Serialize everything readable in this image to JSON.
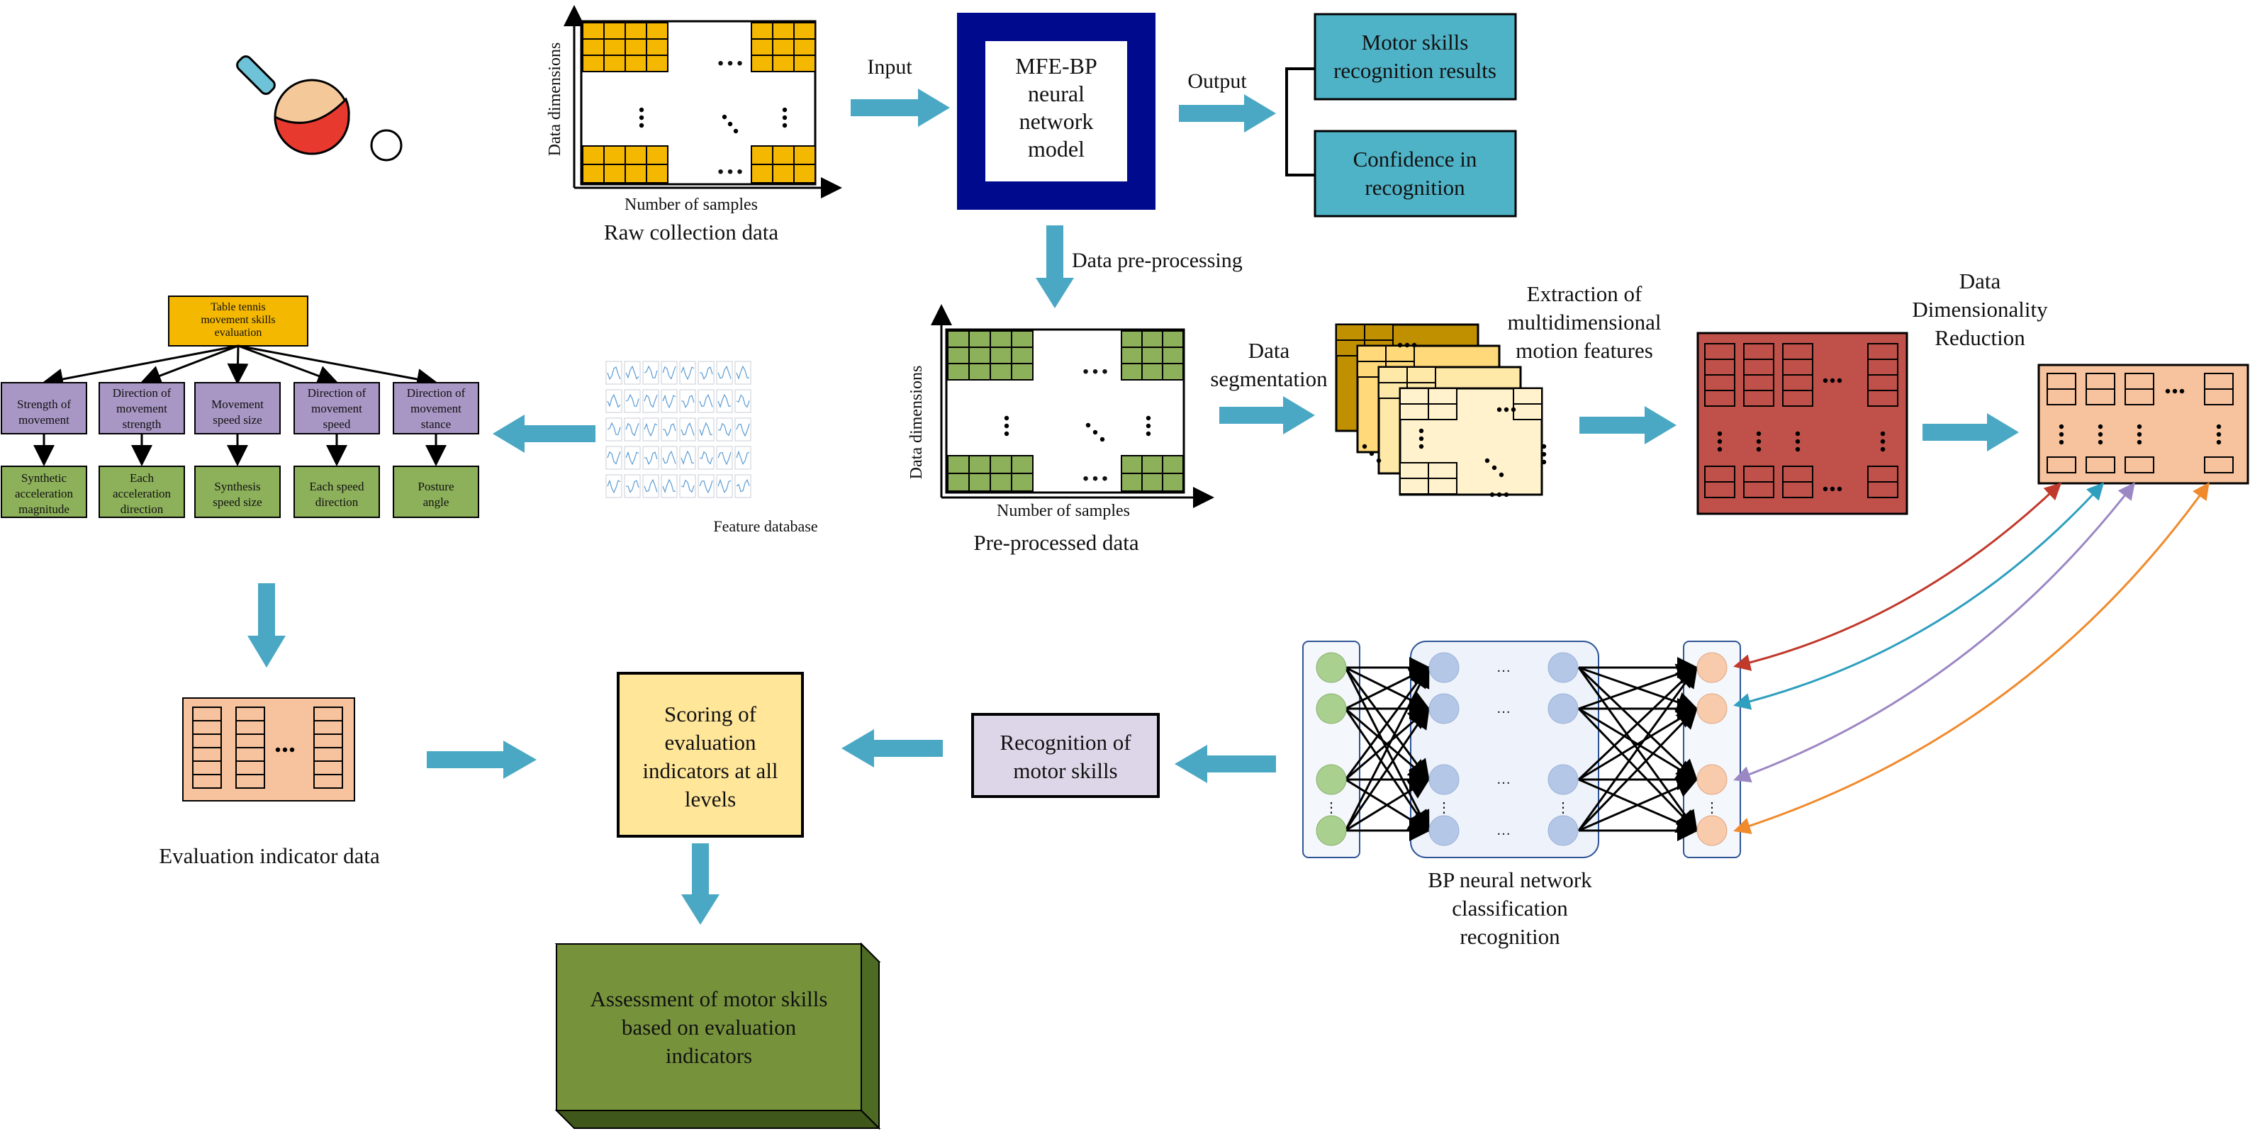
{
  "raw": {
    "ylabel": "Data dimensions",
    "xlabel": "Number of samples",
    "caption": "Raw collection data"
  },
  "input_label": "Input",
  "model": {
    "line1": "MFE-BP",
    "line2": "neural",
    "line3": "network",
    "line4": "model"
  },
  "output_label": "Output",
  "results": {
    "box1_line1": "Motor skills",
    "box1_line2": "recognition results",
    "box2_line1": "Confidence in",
    "box2_line2": "recognition"
  },
  "preprocess_label": "Data pre-processing",
  "pre": {
    "ylabel": "Data dimensions",
    "xlabel": "Number of samples",
    "caption": "Pre-processed data"
  },
  "segmentation": {
    "line1": "Data",
    "line2": "segmentation"
  },
  "extraction": {
    "line1": "Extraction of",
    "line2": "multidimensional",
    "line3": "motion features"
  },
  "reduction": {
    "line1": "Data",
    "line2": "Dimensionality",
    "line3": "Reduction"
  },
  "feature_db_caption": "Feature database",
  "tree": {
    "root": [
      "Table tennis",
      "movement skills",
      "evaluation"
    ],
    "level1": [
      [
        "Strength of",
        "movement"
      ],
      [
        "Direction of",
        "movement",
        "strength"
      ],
      [
        "Movement",
        "speed size"
      ],
      [
        "Direction of",
        "movement",
        "speed"
      ],
      [
        "Direction of",
        "movement",
        "stance"
      ]
    ],
    "level2": [
      [
        "Synthetic",
        "acceleration",
        "magnitude"
      ],
      [
        "Each",
        "acceleration",
        "direction"
      ],
      [
        "Synthesis",
        "speed size"
      ],
      [
        "Each speed",
        "direction"
      ],
      [
        "Posture",
        "angle"
      ]
    ]
  },
  "eval_data_caption": "Evaluation indicator data",
  "scoring": {
    "line1": "Scoring of",
    "line2": "evaluation",
    "line3": "indicators at all",
    "line4": "levels"
  },
  "recognition": {
    "line1": "Recognition of",
    "line2": "motor skills"
  },
  "bp": {
    "line1": "BP neural network",
    "line2": "classification",
    "line3": "recognition"
  },
  "assessment": {
    "line1": "Assessment of motor skills",
    "line2": "based on evaluation",
    "line3": "indicators"
  },
  "colors": {
    "arrow": "#4aa8c4",
    "yellow": "#f5b800",
    "green": "#8db05a",
    "teal": "#4fb3c8",
    "navy": "#000a8c",
    "purple": "#a896c4",
    "peach": "#f7c39e",
    "darkred": "#c0514a",
    "cream": "#fde9a5",
    "olive": "#76933c",
    "lavender": "#dcd6e8",
    "paleyellow": "#ffe699",
    "inner_cream": "#fff2cc",
    "gold": "#c09000"
  }
}
